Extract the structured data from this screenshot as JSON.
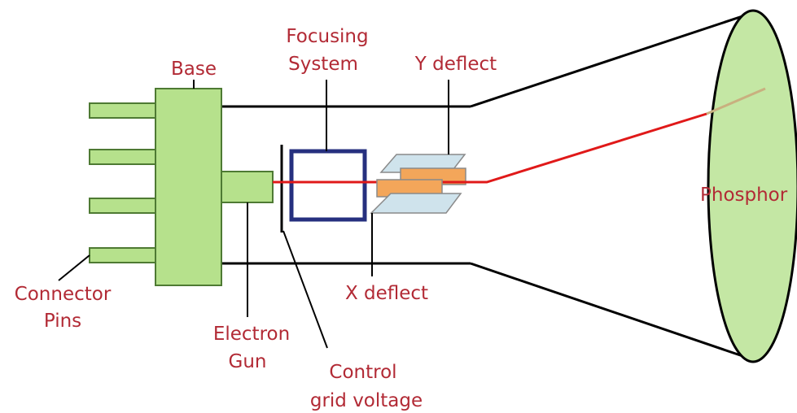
{
  "colors": {
    "label": "#b22a35",
    "outline": "#000000",
    "part_fill": "#b6e18c",
    "part_stroke": "#4e7a33",
    "beam": "#e01919",
    "beam_on_screen": "#c9b07f",
    "focus_box": "#26307f",
    "plate_y": "#cfe3ec",
    "plate_x": "#f3a65a",
    "plate_stroke": "#8a8a8a",
    "screen_fill": "#c4e7a4"
  },
  "labels": {
    "focusing_line1": "Focusing",
    "focusing_line2": "System",
    "base": "Base",
    "y_deflect": "Y deflect",
    "phosphor": "Phosphor",
    "connector_line1": "Connector",
    "connector_line2": "Pins",
    "x_deflect": "X deflect",
    "electron_line1": "Electron",
    "electron_line2": "Gun",
    "control_line1": "Control",
    "control_line2": "grid voltage"
  }
}
